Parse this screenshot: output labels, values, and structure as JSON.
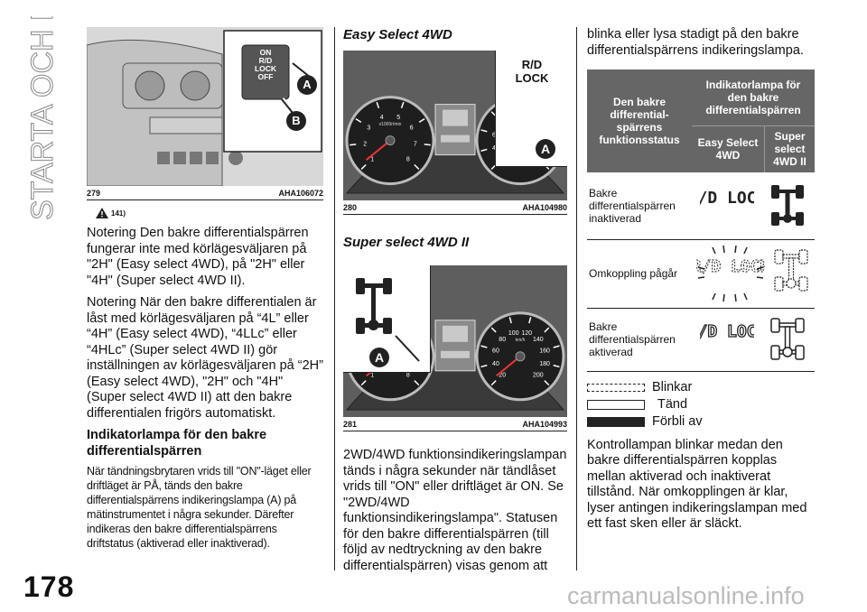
{
  "side_title": "STARTA OCH KÖRA",
  "page_number": "178",
  "watermark": "carmanualsonline.info",
  "col1": {
    "figure": {
      "number": "279",
      "code": "AHA106072",
      "switch_labels": [
        "ON",
        "R/D",
        "LOCK",
        "OFF"
      ],
      "callout_a": "A",
      "callout_b": "B"
    },
    "ref_note": "141)",
    "para1": "Notering  Den bakre differentialspärren fungerar inte med körlägesväljaren på \"2H\" (Easy select 4WD), på \"2H\" eller \"4H\" (Super select 4WD II).",
    "para2": "Notering  När den bakre differentialen är låst med körlägesväljaren på “4L” eller “4H” (Easy select 4WD), “4LLc” eller “4HLc” (Super select 4WD II) gör inställningen av körlägesväljaren på “2H” (Easy select 4WD), \"2H\" och \"4H\" (Super select 4WD II) att den bakre differentialen frigörs automatiskt.",
    "heading": "Indikatorlampa för den bakre differentialspärren",
    "para3": "När tändningsbrytaren vrids till \"ON\"-läget eller driftläget är PÅ, tänds den bakre differentialspärrens indikeringslampa (A) på mätinstrumentet i några sekunder. Därefter indikeras den bakre differentialspärrens driftstatus (aktiverad eller inaktiverad)."
  },
  "col2": {
    "heading1": "Easy Select 4WD",
    "figure1": {
      "number": "280",
      "code": "AHA104980",
      "label1": "R/D",
      "label2": "LOCK",
      "callout": "A"
    },
    "heading2": "Super select 4WD II",
    "figure2": {
      "number": "281",
      "code": "AHA104993",
      "callout": "A"
    },
    "gauge_ticks": [
      "20",
      "40",
      "60",
      "80",
      "100",
      "120",
      "140",
      "160",
      "180",
      "200"
    ],
    "tacho_ticks": [
      "1",
      "2",
      "3",
      "4",
      "5",
      "6",
      "7",
      "8"
    ],
    "gauge_unit": "km/h",
    "tacho_unit": "x1000r/min",
    "para": "2WD/4WD funktionsindikeringslampan tänds i några sekunder när tändlåset vrids till \"ON\" eller driftläget är ON. Se \"2WD/4WD funktionsindikeringslampa\". Statusen för den bakre differentialspärren (till följd av nedtryckning av den bakre differentialspärren) visas genom att"
  },
  "col3": {
    "intro": "blinka eller lysa stadigt på den bakre differentialspärrens indikeringslampa.",
    "table": {
      "header_status": "Den bakre differential-spärrens funktionsstatus",
      "header_lamp": "Indikatorlampa för den bakre differentialspärren",
      "sub_easy": "Easy Select 4WD",
      "sub_super": "Super select 4WD II",
      "rows": [
        {
          "status": "Bakre differentialspärren inaktiverad",
          "lamp": "R/D LOCK"
        },
        {
          "status": "Omkoppling pågår",
          "lamp": "R/D LOCK"
        },
        {
          "status": "Bakre differentialspärren aktiverad",
          "lamp": "R/D LOCK"
        }
      ]
    },
    "legend": [
      {
        "label": "Blinkar"
      },
      {
        "label": "Tänd"
      },
      {
        "label": "Förbli av"
      }
    ],
    "para": "Kontrollampan blinkar medan den bakre differentialspärren kopplas mellan aktiverad och inaktiverat tillstånd. När omkopplingen är klar, lyser antingen indikeringslampan med ett fast sken eller är släckt.",
    "colors": {
      "header_bg": "#666666",
      "text": "#111111"
    }
  }
}
